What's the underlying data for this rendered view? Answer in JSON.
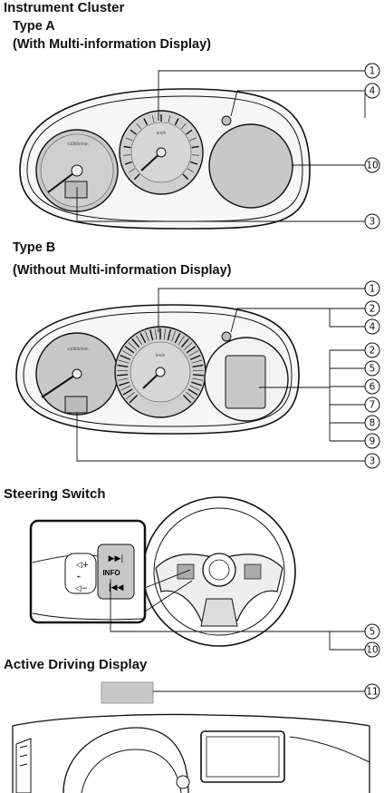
{
  "sections": {
    "instrument_cluster": "Instrument Cluster",
    "type_a": "Type A",
    "type_a_note": "(With Multi-information Display)",
    "type_b": "Type B",
    "type_b_note": "(Without Multi-information Display)",
    "steering_switch": "Steering Switch",
    "active_driving_display": "Active Driving Display"
  },
  "callouts": {
    "type_a": [
      "1",
      "4",
      "10",
      "3"
    ],
    "type_b": [
      "1",
      "2",
      "4",
      "2",
      "5",
      "6",
      "7",
      "8",
      "9",
      "3"
    ],
    "steering": [
      "5",
      "10"
    ],
    "add": [
      "11"
    ]
  },
  "gauge_text": {
    "tacho_unit": "x1000r/min",
    "speedo_unit": "km/h",
    "info_button": "INFO"
  },
  "icons": [
    "volume-up-icon",
    "volume-down-icon",
    "voice-icon",
    "next-track-icon",
    "previous-track-icon"
  ],
  "colors": {
    "line": "#111111",
    "panel_fill": "#c8c8c8",
    "display_fill": "#bdbdbd"
  }
}
